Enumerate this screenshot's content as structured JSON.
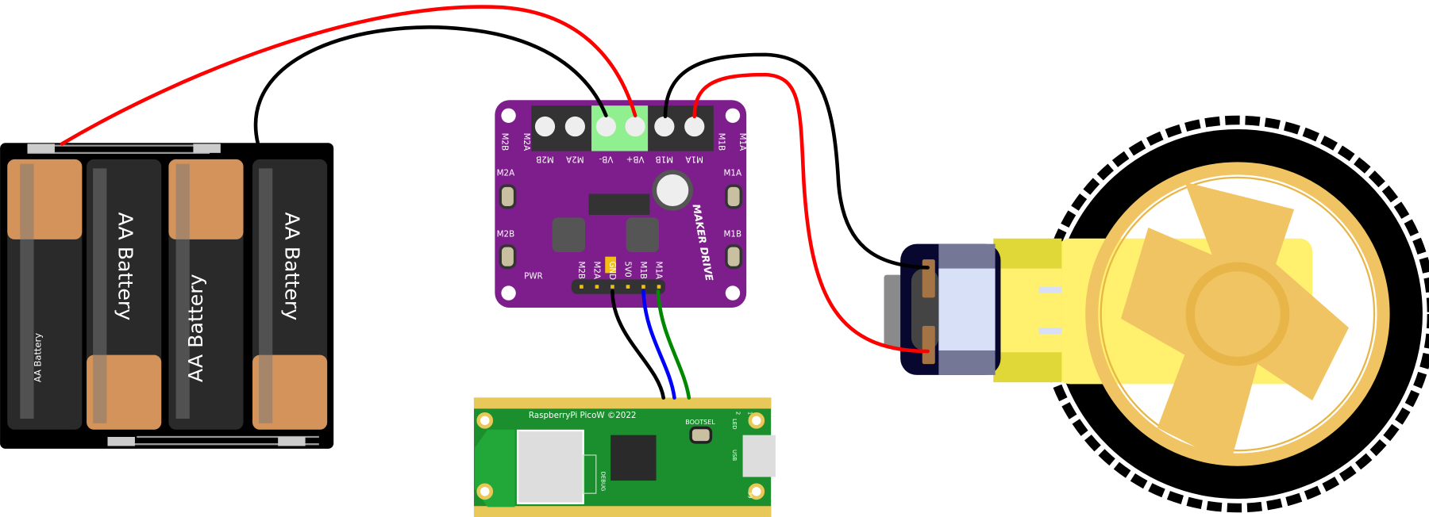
{
  "battery_pack": {
    "labels": [
      "AA Battery",
      "AA Battery",
      "AA Battery",
      "AA Battery"
    ]
  },
  "motor_driver": {
    "brand": "MAKER DRIVE",
    "terminal_labels": [
      "M2B",
      "M2A",
      "VB-",
      "VB+",
      "M1B",
      "M1A"
    ],
    "side_labels": {
      "m2b_top": "M2B",
      "m2a_top": "M2A",
      "m1b_top": "M1B",
      "m1a_top": "M1A"
    },
    "button_labels": {
      "m2a": "M2A",
      "m2b": "M2B",
      "m1a": "M1A",
      "m1b": "M1B"
    },
    "pwr_label": "PWR",
    "header_labels": [
      "M2B",
      "M2A",
      "GND",
      "5V0",
      "M1B",
      "M1A"
    ],
    "color": "#7E1E8C"
  },
  "pico": {
    "title": "RaspberryPi PicoW ©2022",
    "bootsel": "BOOTSEL",
    "led": "LED",
    "usb": "USB",
    "debug": "DEBUG",
    "pin_1": "1",
    "pin_2": "2",
    "pin_39": "39",
    "color": "#1B8E2E"
  },
  "wires": {
    "red": "#FF0000",
    "black": "#000000",
    "blue": "#0000FF",
    "green": "#008800"
  }
}
